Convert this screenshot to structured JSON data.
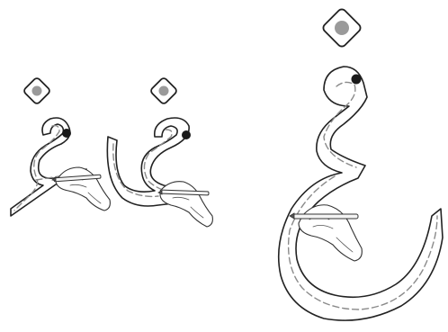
{
  "figures": [
    {
      "id": "small-initial",
      "letter_form": "initial"
    },
    {
      "id": "small-medial",
      "letter_form": "medial"
    },
    {
      "id": "large-isolated",
      "letter_form": "isolated"
    }
  ],
  "colors": {
    "outline": "#222222",
    "guide": "#8a8a8a",
    "dot": "#9a9a9a",
    "start_dot": "#1a1a1a"
  },
  "icons": [
    "diamond-dot-icon",
    "writing-hand-icon",
    "pencil-icon",
    "start-point-icon"
  ]
}
